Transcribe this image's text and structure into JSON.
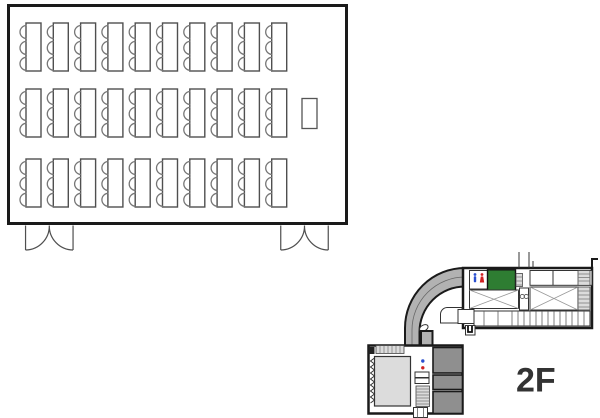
{
  "page": {
    "background": "#ffffff"
  },
  "seating_plan": {
    "rows": 3,
    "columns": 10,
    "chairs_per_table": 3,
    "table_count": 30,
    "door_count": 2,
    "has_podium": true,
    "colors": {
      "wall": "#1a1a1a",
      "table_stroke": "#4f4f4f",
      "chair_stroke": "#767676",
      "fill": "#ffffff"
    }
  },
  "floor_map": {
    "floor_label": "2F",
    "highlighted_room": "current-room",
    "icons": [
      "male-restroom-icon",
      "female-restroom-icon",
      "stairs-hatch",
      "elevator-circles"
    ],
    "colors": {
      "wall": "#1a1a1a",
      "corridor": "#b2b2b2",
      "block": "#8f8f8f",
      "room_light": "#dcdcdc",
      "highlight_room": "#2e7d32",
      "male_icon": "#2a4fd0",
      "female_icon": "#d02222",
      "label": "#333333"
    }
  }
}
